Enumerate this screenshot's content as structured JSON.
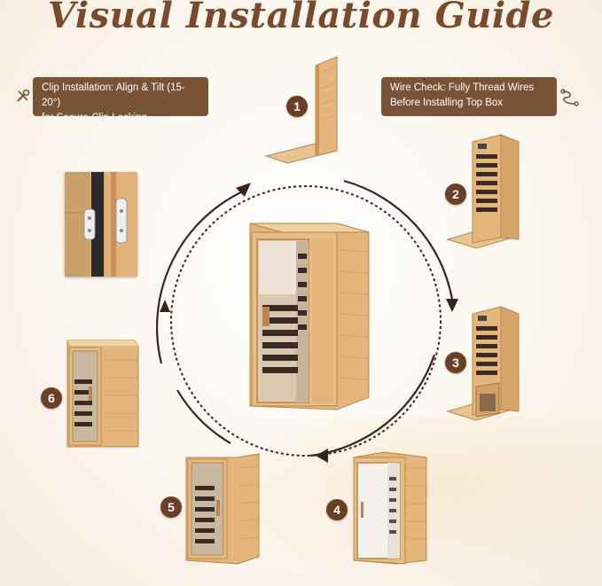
{
  "title": "Visual Installation Guide",
  "notes": {
    "left": {
      "line1": "Clip Installation: Align & Tilt (15-20°)",
      "line2": "for Secure Clip Locking"
    },
    "right": {
      "line1": "Wire Check: Fully Thread Wires",
      "line2": "Before Installing Top Box"
    }
  },
  "steps": [
    "1",
    "2",
    "3",
    "4",
    "5",
    "6"
  ],
  "icons": {
    "left_note": "wrench-screwdriver-icon",
    "right_note": "wire-icon"
  },
  "colors": {
    "title": "#7a4a2c",
    "note_bg": "#7a5236",
    "badge": "#6b3f26",
    "wood": "#e2b57a"
  }
}
